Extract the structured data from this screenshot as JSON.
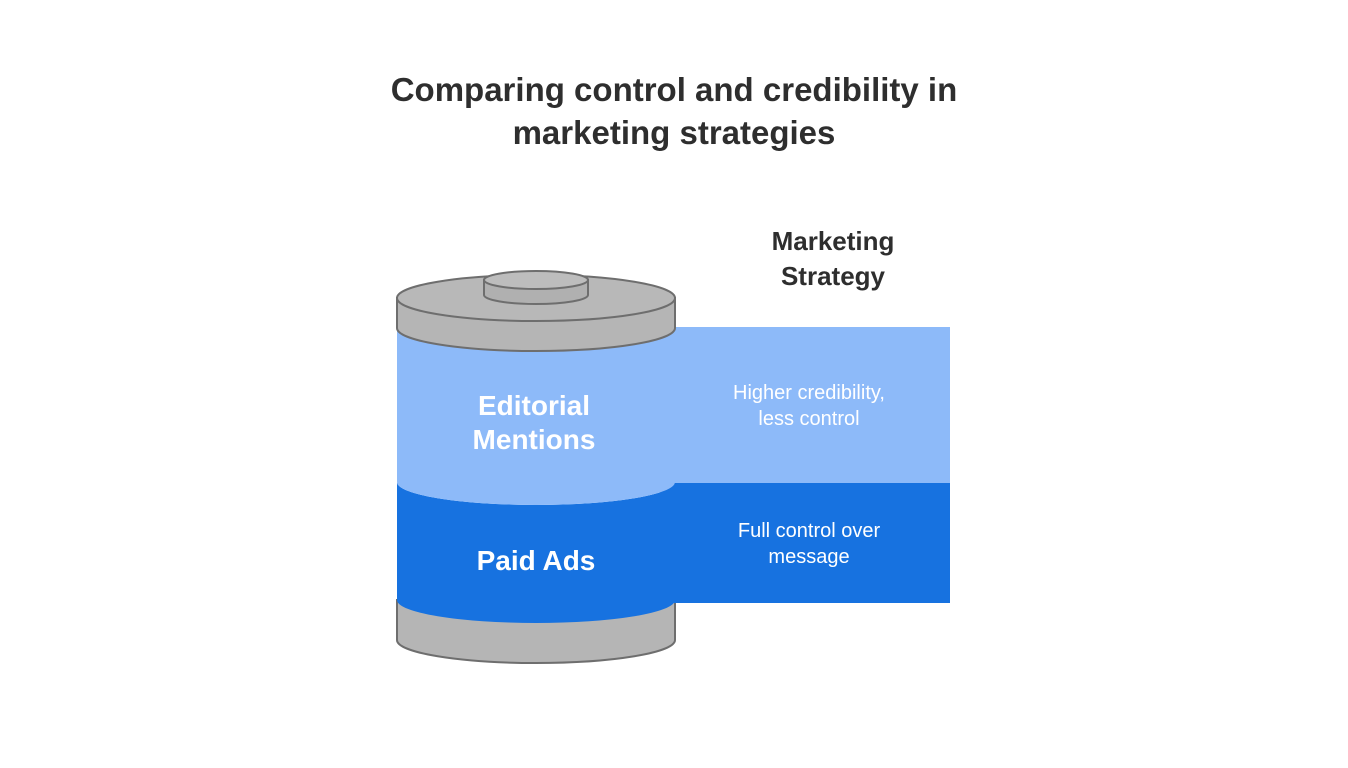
{
  "title": {
    "line1": "Comparing control and credibility in",
    "line2": "marketing strategies"
  },
  "header": {
    "line1": "Marketing",
    "line2": "Strategy"
  },
  "layers": [
    {
      "name_line1": "Editorial",
      "name_line2": "Mentions",
      "desc_line1": "Higher credibility,",
      "desc_line2": "less control",
      "color": "#8dbaf9"
    },
    {
      "name_line1": "Paid Ads",
      "desc_line1": "Full control over",
      "desc_line2": "message",
      "color": "#1772e0"
    }
  ],
  "colors": {
    "cap": "#b5b5b5",
    "cap_dark": "#6e6e6e",
    "text_dark": "#2e2e2e",
    "text_light": "#ffffff"
  },
  "icon": "battery-cylinder-icon"
}
